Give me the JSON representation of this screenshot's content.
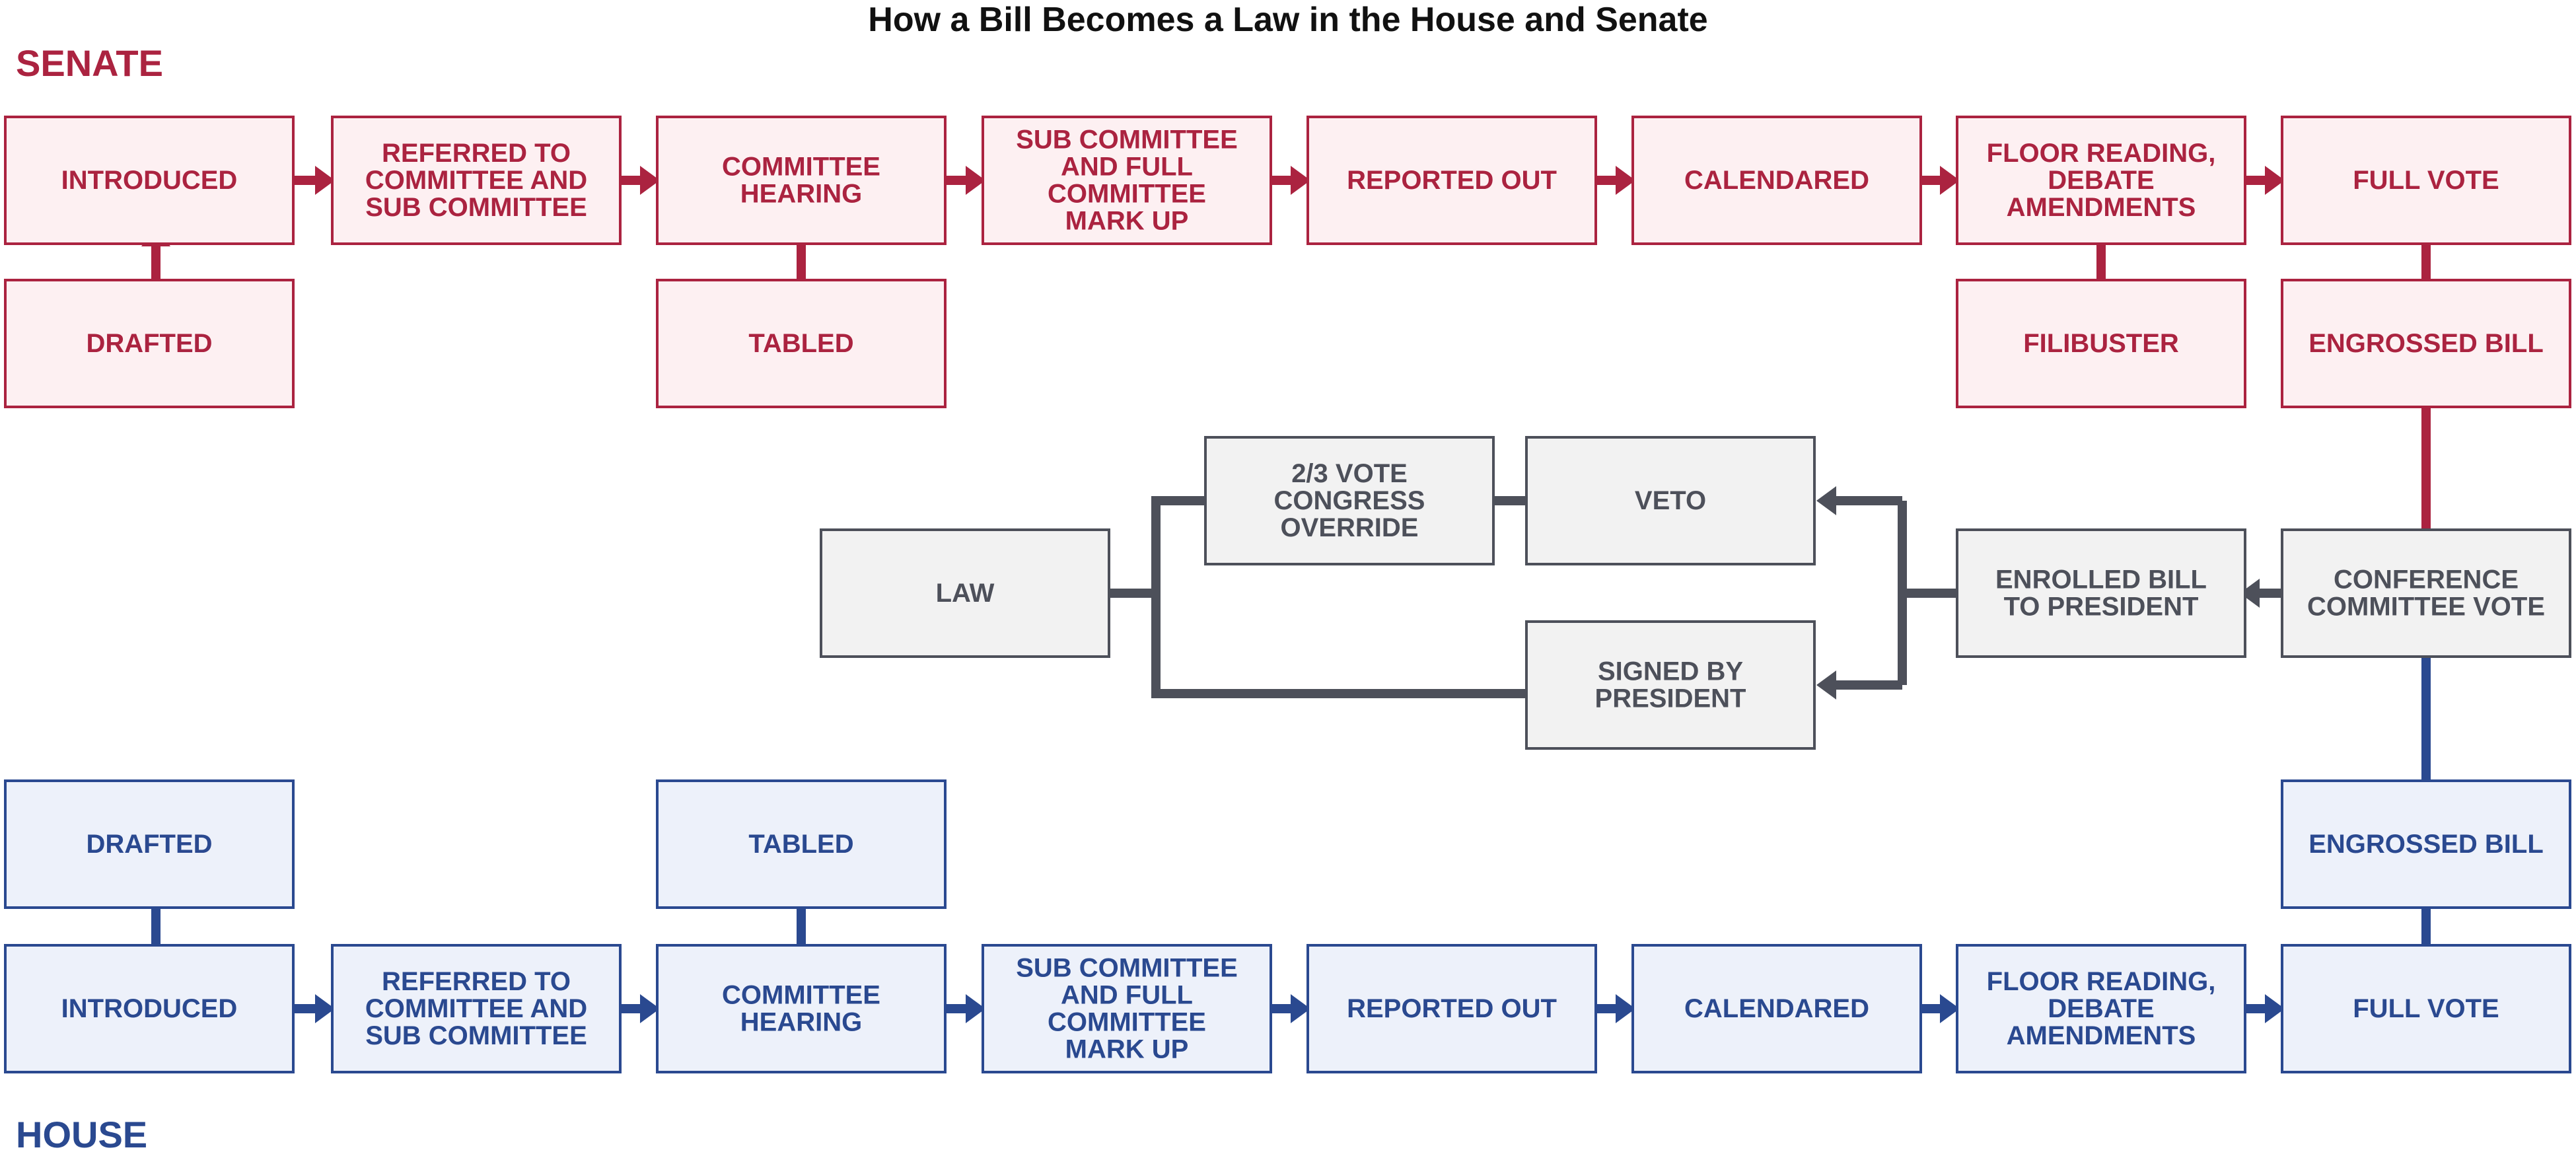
{
  "title": "How a Bill Becomes a Law in the House and Senate",
  "labels": {
    "senate": "SENATE",
    "house": "HOUSE"
  },
  "colors": {
    "senate_stroke": "#ab2340",
    "senate_fill": "#fdf0f2",
    "house_stroke": "#2a4990",
    "house_fill": "#edf1fa",
    "gray_stroke": "#4d505a",
    "gray_fill": "#f2f2f2",
    "gray_text": "#4d505a"
  },
  "nodes": {
    "senate_introduced": "INTRODUCED",
    "senate_referred": "REFERRED TO\nCOMMITTEE AND\nSUB COMMITTEE",
    "senate_hearing": "COMMITTEE\nHEARING",
    "senate_markup": "SUB COMMITTEE\nAND FULL\nCOMMITTEE\nMARK UP",
    "senate_reported": "REPORTED OUT",
    "senate_calendared": "CALENDARED",
    "senate_floor": "FLOOR READING,\nDEBATE\nAMENDMENTS",
    "senate_vote": "FULL VOTE",
    "senate_drafted": "DRAFTED",
    "senate_tabled": "TABLED",
    "senate_filibuster": "FILIBUSTER",
    "senate_engrossed": "ENGROSSED BILL",
    "override": "2/3 VOTE\nCONGRESS\nOVERRIDE",
    "veto": "VETO",
    "law": "LAW",
    "enrolled": "ENROLLED BILL\nTO PRESIDENT",
    "conference": "CONFERENCE\nCOMMITTEE VOTE",
    "signed": "SIGNED BY\nPRESIDENT",
    "house_drafted": "DRAFTED",
    "house_tabled": "TABLED",
    "house_engrossed": "ENGROSSED BILL",
    "house_introduced": "INTRODUCED",
    "house_referred": "REFERRED TO\nCOMMITTEE AND\nSUB COMMITTEE",
    "house_hearing": "COMMITTEE\nHEARING",
    "house_markup": "SUB COMMITTEE\nAND FULL\nCOMMITTEE\nMARK UP",
    "house_reported": "REPORTED OUT",
    "house_calendared": "CALENDARED",
    "house_floor": "FLOOR READING,\nDEBATE\nAMENDMENTS",
    "house_vote": "FULL VOTE"
  }
}
